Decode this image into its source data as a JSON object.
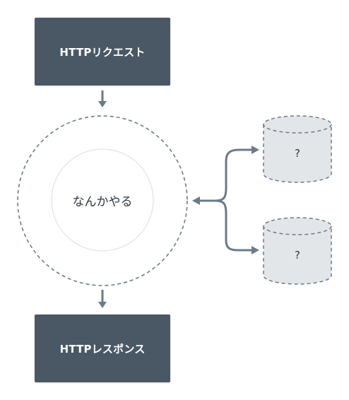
{
  "nodes": {
    "request_label": "HTTPリクエスト",
    "process_label": "なんかやる",
    "response_label": "HTTPレスポンス",
    "datastore_top_label": "?",
    "datastore_bottom_label": "?"
  },
  "colors": {
    "box_fill": "#4a5866",
    "box_text": "#ffffff",
    "arrow": "#6b7a89",
    "dashed_stroke": "#6b7a89",
    "datastore_fill": "#e3e6e9",
    "inner_circle_stroke": "#d9dde1"
  },
  "icons": {
    "process_outline": "dashed-circle",
    "datastore": "cylinder-icon",
    "arrows": "arrow-icon"
  }
}
